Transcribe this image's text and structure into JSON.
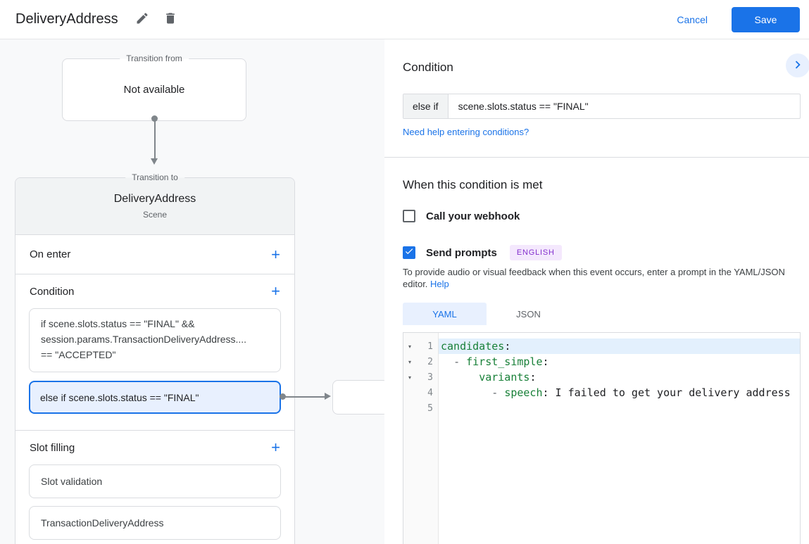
{
  "header": {
    "title": "DeliveryAddress",
    "cancel_label": "Cancel",
    "save_label": "Save"
  },
  "diagram": {
    "transition_from": {
      "legend": "Transition from",
      "content": "Not available"
    },
    "transition_to": {
      "legend": "Transition to",
      "scene_name": "DeliveryAddress",
      "scene_type": "Scene",
      "on_enter": {
        "label": "On enter",
        "add_label": "+"
      },
      "condition": {
        "label": "Condition",
        "add_label": "+",
        "items": [
          {
            "lines": [
              "if scene.slots.status == \"FINAL\" &&",
              "session.params.TransactionDeliveryAddress....",
              "== \"ACCEPTED\""
            ]
          },
          {
            "text": "else if scene.slots.status == \"FINAL\""
          }
        ]
      },
      "slot_filling": {
        "label": "Slot filling",
        "add_label": "+",
        "items": [
          {
            "text": "Slot validation"
          },
          {
            "text": "TransactionDeliveryAddress"
          }
        ]
      }
    }
  },
  "panel": {
    "title": "Condition",
    "condition_input": {
      "prefix": "else if",
      "value": "scene.slots.status == \"FINAL\""
    },
    "help_link": "Need help entering conditions?",
    "when_met_title": "When this condition is met",
    "webhook": {
      "label": "Call your webhook",
      "checked": false
    },
    "send_prompts": {
      "label": "Send prompts",
      "badge": "ENGLISH",
      "checked": true
    },
    "description": "To provide audio or visual feedback when this event occurs, enter a prompt in the YAML/JSON editor.",
    "description_link": "Help",
    "tabs": {
      "yaml": "YAML",
      "json": "JSON",
      "active": "YAML"
    },
    "editor": {
      "lines": [
        {
          "num": "1",
          "fold": "▾",
          "indent": "",
          "dash": "",
          "key": "candidates",
          "rest": ":"
        },
        {
          "num": "2",
          "fold": "▾",
          "indent": "  ",
          "dash": "- ",
          "key": "first_simple",
          "rest": ":"
        },
        {
          "num": "3",
          "fold": "▾",
          "indent": "      ",
          "dash": "",
          "key": "variants",
          "rest": ":"
        },
        {
          "num": "4",
          "fold": "",
          "indent": "        ",
          "dash": "- ",
          "key": "speech",
          "rest": ": I failed to get your delivery address"
        },
        {
          "num": "5",
          "fold": "",
          "indent": "",
          "dash": "",
          "key": "",
          "rest": ""
        }
      ]
    }
  },
  "colors": {
    "accent": "#1a73e8",
    "selected_bg": "#e8f0fe",
    "yaml_key": "#188038",
    "badge_text": "#8430ce",
    "badge_bg": "#f4e8fd",
    "connector": "#80868b"
  }
}
